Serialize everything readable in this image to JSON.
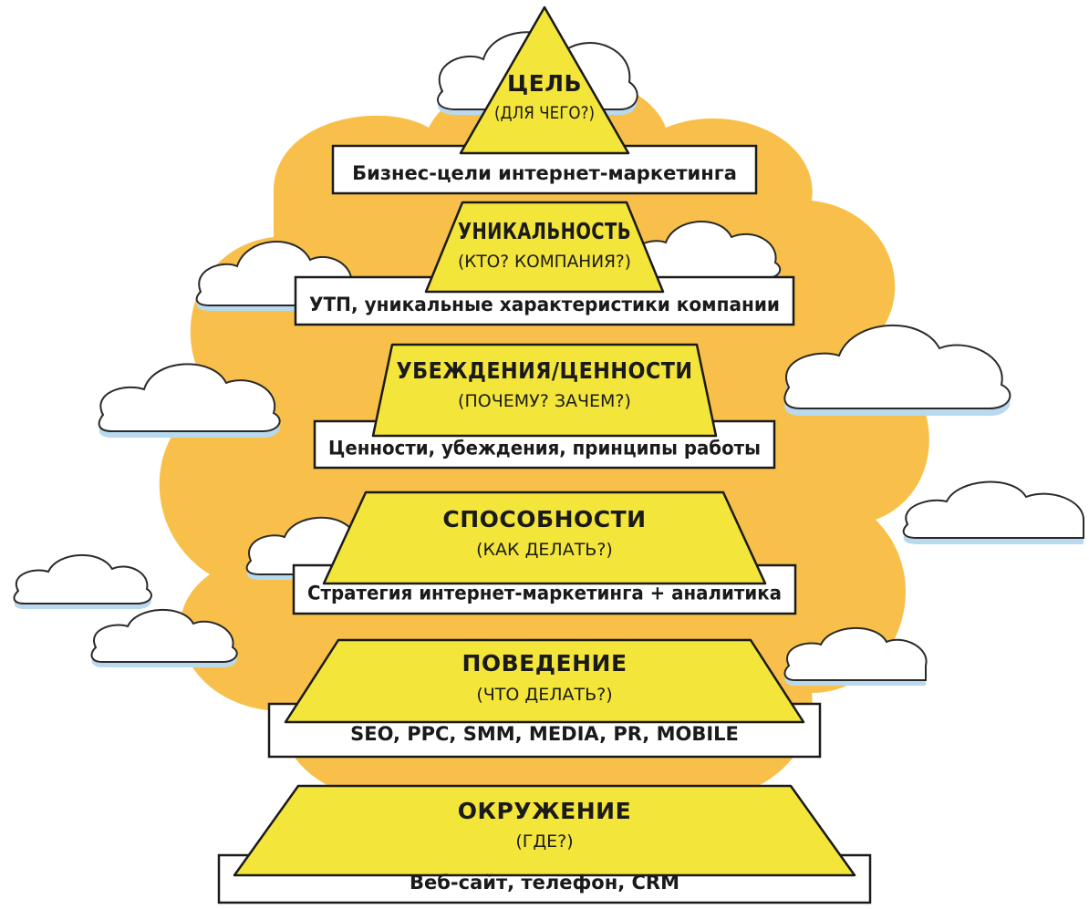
{
  "colors": {
    "sky": "#f8c04a",
    "tier_fill": "#f3e53a",
    "tier_stroke": "#1a1a1a",
    "banner_fill": "#ffffff",
    "cloud_fill": "#ffffff",
    "cloud_shadow": "#b9d9ee"
  },
  "tiers": [
    {
      "title": "ЦЕЛЬ",
      "question": "(ДЛЯ ЧЕГО?)",
      "banner": "Бизнес-цели интернет-маркетинга"
    },
    {
      "title": "УНИКАЛЬНОСТЬ",
      "question": "(КТО? КОМПАНИЯ?)",
      "banner": "УТП, уникальные характеристики компании"
    },
    {
      "title": "УБЕЖДЕНИЯ/ЦЕННОСТИ",
      "question": "(ПОЧЕМУ? ЗАЧЕМ?)",
      "banner": "Ценности, убеждения, принципы работы"
    },
    {
      "title": "СПОСОБНОСТИ",
      "question": "(КАК ДЕЛАТЬ?)",
      "banner": "Стратегия интернет-маркетинга + аналитика"
    },
    {
      "title": "ПОВЕДЕНИЕ",
      "question": "(ЧТО ДЕЛАТЬ?)",
      "banner": "SEO, PPC, SMM, MEDIA, PR, MOBILE"
    },
    {
      "title": "ОКРУЖЕНИЕ",
      "question": "(ГДЕ?)",
      "banner": "Веб-сайт, телефон, CRM"
    }
  ]
}
